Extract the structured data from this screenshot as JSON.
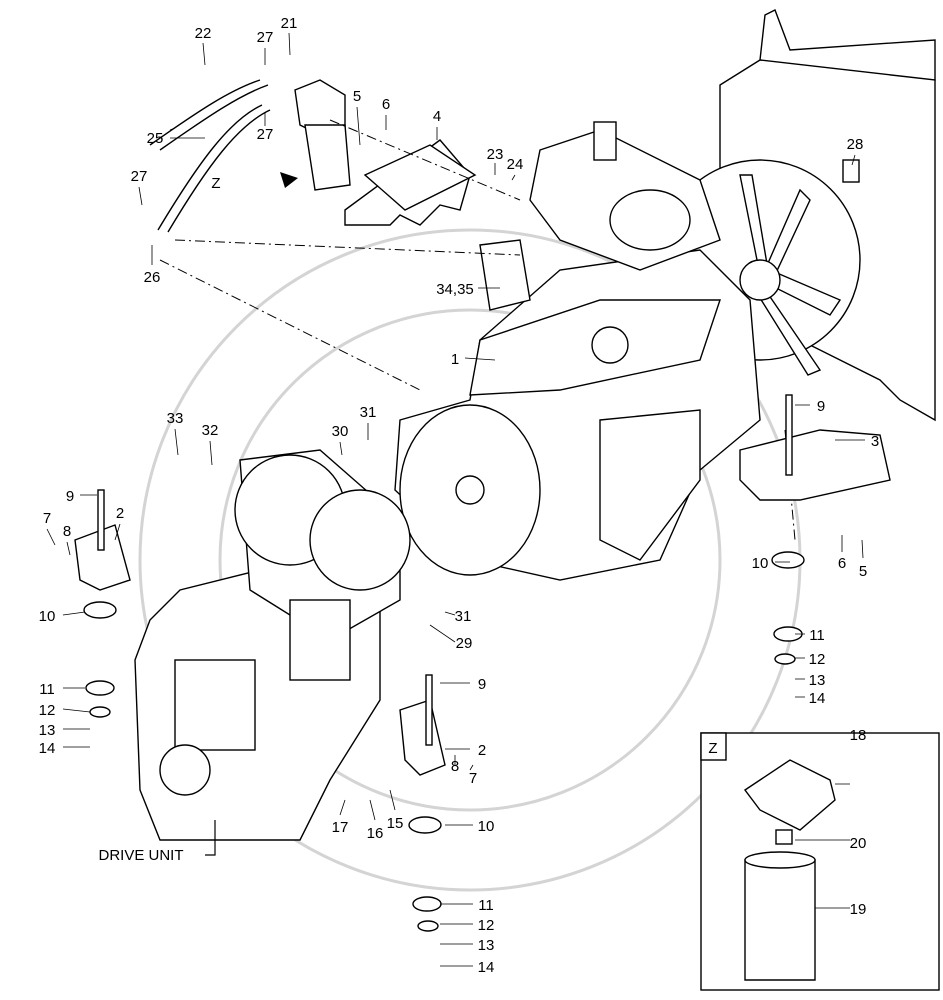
{
  "diagram": {
    "inset_label": "Z",
    "view_arrow_label": "Z",
    "drive_unit_label": "DRIVE UNIT",
    "callouts": {
      "c22": "22",
      "c27a": "27",
      "c21": "21",
      "c25": "25",
      "c27b": "27",
      "c27c": "27",
      "c5a": "5",
      "c6a": "6",
      "c4": "4",
      "c23": "23",
      "c24": "24",
      "c28": "28",
      "c26": "26",
      "c3435": "34,35",
      "c1": "1",
      "c9a": "9",
      "c3": "3",
      "c33": "33",
      "c32": "32",
      "c31a": "31",
      "c30": "30",
      "c9b": "9",
      "c7a": "7",
      "c8a": "8",
      "c2a": "2",
      "c10a": "10",
      "c10b": "10",
      "c6b": "6",
      "c5b": "5",
      "c31b": "31",
      "c29": "29",
      "c11a": "11",
      "c12a": "12",
      "c13a": "13",
      "c14a": "14",
      "c9c": "9",
      "c11b": "11",
      "c12b": "12",
      "c13b": "13",
      "c14b": "14",
      "c2b": "2",
      "c8b": "8",
      "c7b": "7",
      "c10c": "10",
      "c17": "17",
      "c16": "16",
      "c15": "15",
      "c11c": "11",
      "c12c": "12",
      "c13c": "13",
      "c14c": "14",
      "c18": "18",
      "c20": "20",
      "c19": "19"
    }
  }
}
